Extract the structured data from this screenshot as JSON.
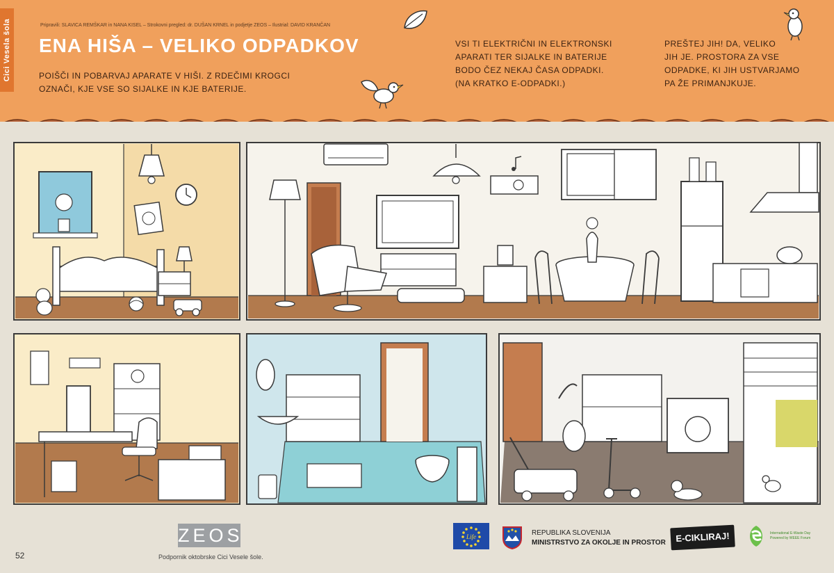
{
  "header": {
    "side_tab": "Cici Vesela šola",
    "credits": "Pripravili: SLAVICA REMŠKAR in NANA KISEL – Strokovni pregled: dr. DUŠAN KRNEL in podjetje ZEOS – Ilustrial: DAVID KRANČAN",
    "title": "ENA HIŠA – VELIKO ODPADKOV",
    "instructions": [
      "POIŠČI IN POBARVAJ APARATE V HIŠI. Z RDEČIMI KROGCI",
      "OZNAČI, KJE VSE SO SIJALKE IN KJE BATERIJE."
    ],
    "text_middle": [
      "VSI TI ELEKTRIČNI IN ELEKTRONSKI",
      "APARATI TER SIJALKE IN BATERIJE",
      "BODO ČEZ NEKAJ ČASA ODPADKI.",
      "(NA KRATKO E-ODPADKI.)"
    ],
    "text_right": [
      "PREŠTEJ JIH! DA, VELIKO",
      "JIH JE. PROSTORA ZA VSE",
      "ODPADKE, KI JIH USTVARJAMO",
      "PA ŽE PRIMANJKUJE."
    ]
  },
  "colors": {
    "header_orange": "#f0a05c",
    "roof_brown": "#b8643a",
    "wall_cream": "#faecc8",
    "wall_light": "#f6f3ec",
    "floor_brown": "#b27a4d",
    "bathroom_blue": "#cfe6ec",
    "bathroom_floor": "#8ed0d6",
    "garage_floor": "#8a7b70"
  },
  "footer": {
    "page_number": "52",
    "zeos_logo": "ZEOS",
    "sponsor_text": "Podpornik oktobrske Cici Vesele šole.",
    "eu_logo_text": "Life",
    "ministry_line1": "REPUBLIKA SLOVENIJA",
    "ministry_line2": "MINISTRSTVO ZA OKOLJE IN PROSTOR",
    "ecikliraj": "E-CIKLIRAJ!",
    "ewaste_line1": "International E-Waste Day",
    "ewaste_line2": "Powered by WEEE Forum"
  },
  "icons": [
    "bird-icon",
    "leaf-icon",
    "music-note-icon",
    "eu-flag-icon",
    "coat-of-arms-icon",
    "e-waste-day-icon"
  ]
}
